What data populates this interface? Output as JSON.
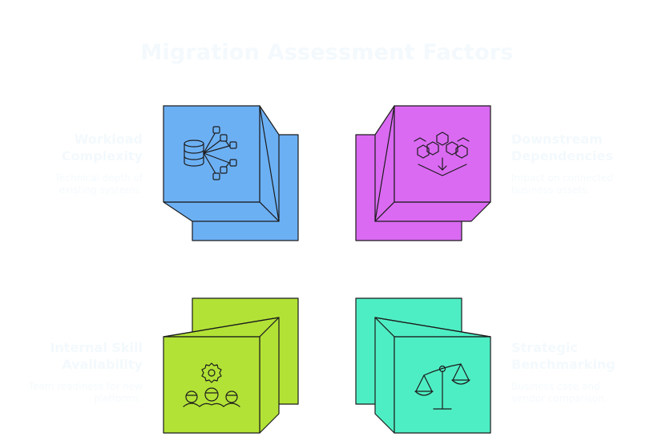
{
  "title": "Migration Assessment Factors",
  "factors": [
    {
      "heading_1": "Workload",
      "heading_2": "Complexity",
      "desc_1": "Technical depth of",
      "desc_2": "existing systems.",
      "color": "#6CB0F4",
      "icon": "database-network-icon"
    },
    {
      "heading_1": "Downstream",
      "heading_2": "Dependencies",
      "desc_1": "Impact on connected",
      "desc_2": "business assets.",
      "color": "#DA6AF2",
      "icon": "hexagon-network-icon"
    },
    {
      "heading_1": "Internal Skill",
      "heading_2": "Availability",
      "desc_1": "Team readiness for new",
      "desc_2": "platforms.",
      "color": "#B2E236",
      "icon": "team-gear-icon"
    },
    {
      "heading_1": "Strategic",
      "heading_2": "Benchmarking",
      "desc_1": "Business case and",
      "desc_2": "vendor comparison.",
      "color": "#4EEEC4",
      "icon": "balance-scale-icon"
    }
  ]
}
